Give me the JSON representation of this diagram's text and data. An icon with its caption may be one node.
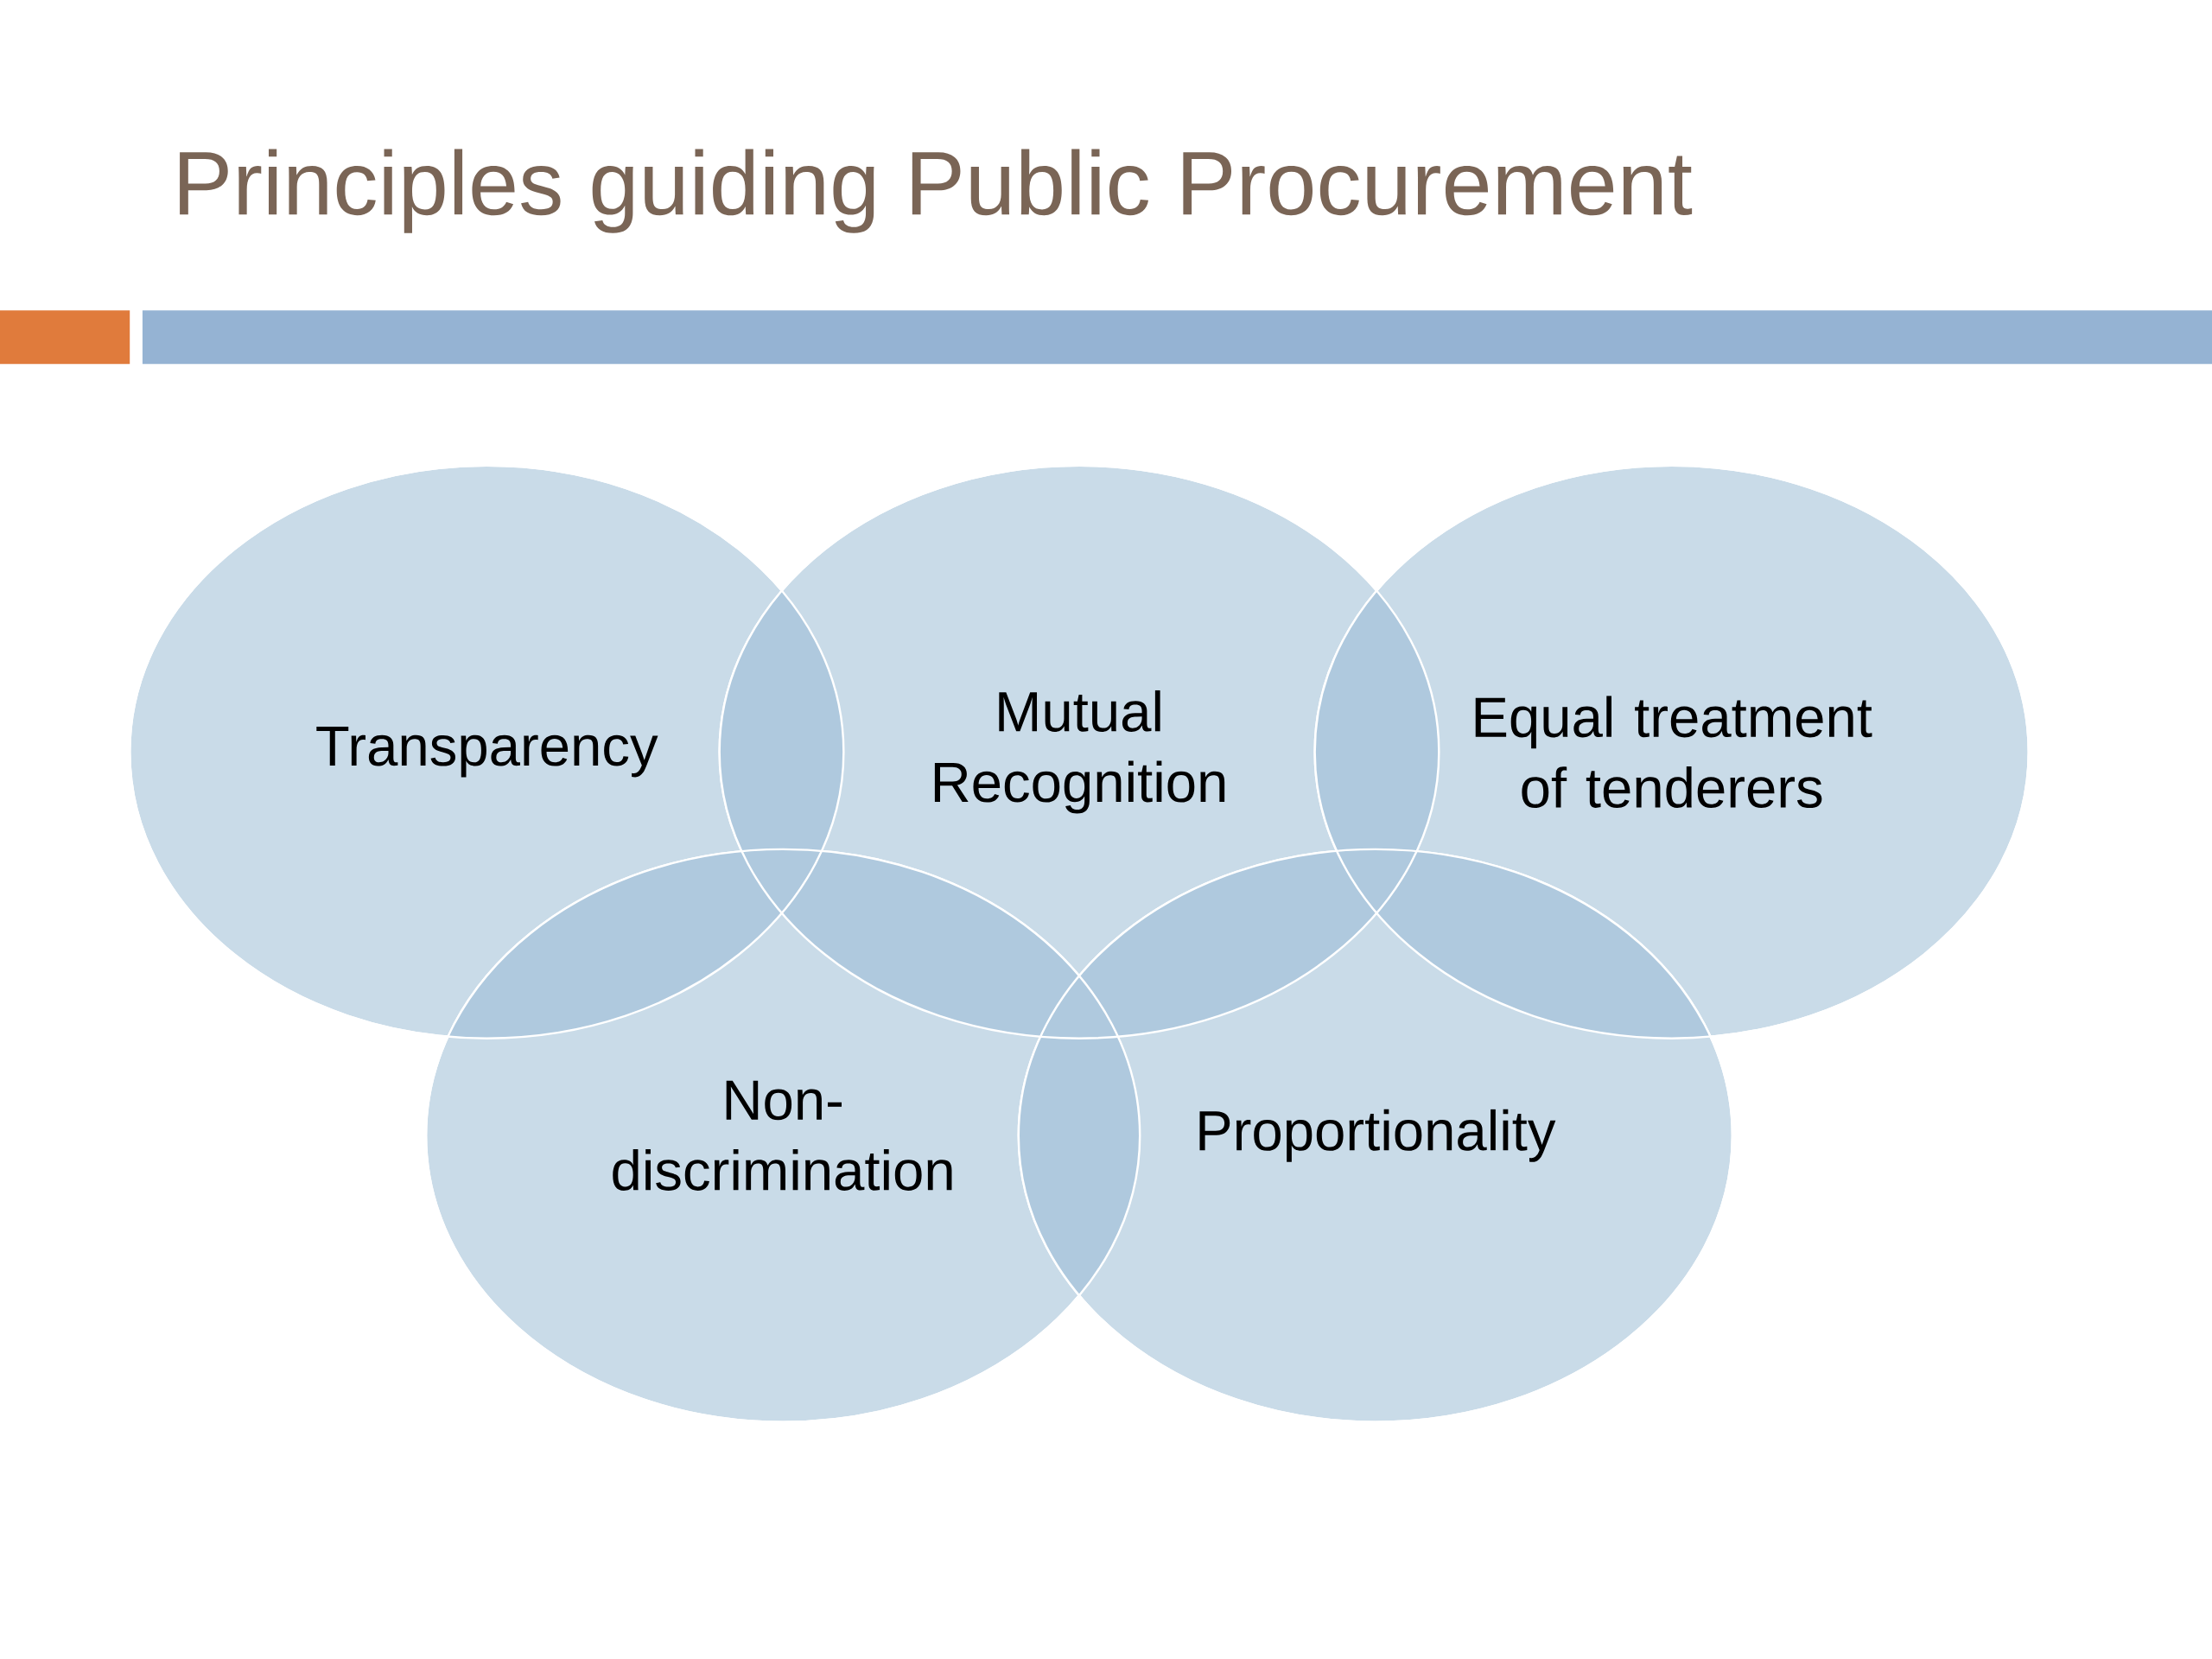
{
  "diagram": {
    "title": "Principles guiding Public Procurement",
    "nodes": [
      {
        "text": [
          "Transparency"
        ]
      },
      {
        "text": [
          "Mutual Recognition"
        ]
      },
      {
        "text": [
          "Equal treatment of tenderers"
        ]
      },
      {
        "text": [
          "Non-discrimination"
        ]
      },
      {
        "text": [
          "Proportionality"
        ]
      }
    ]
  }
}
